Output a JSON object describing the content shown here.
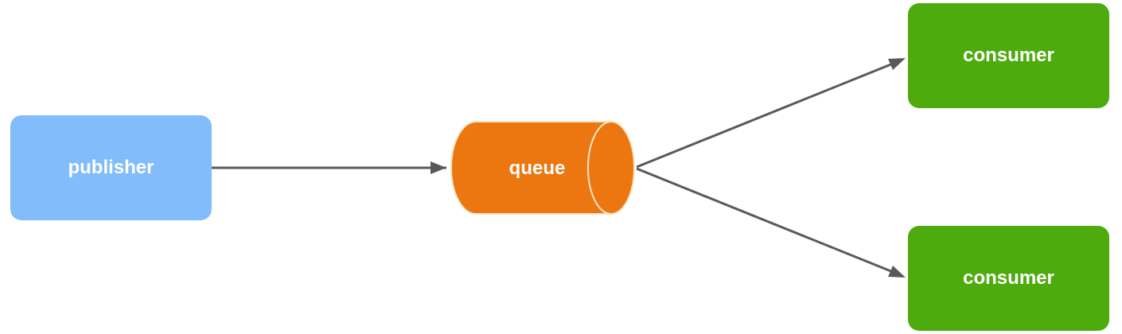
{
  "nodes": {
    "publisher": {
      "label": "publisher",
      "color": "#82bcfa"
    },
    "queue": {
      "label": "queue",
      "color": "#ec760f",
      "stroke": "#f7e7c8"
    },
    "consumer_top": {
      "label": "consumer",
      "color": "#4dab0e"
    },
    "consumer_bottom": {
      "label": "consumer",
      "color": "#4dab0e"
    }
  },
  "edge_color": "#595959"
}
